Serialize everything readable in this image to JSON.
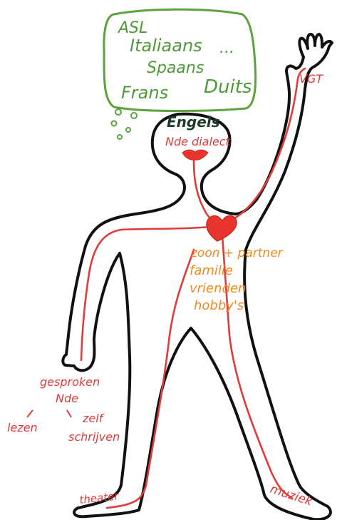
{
  "thought_bubble": {
    "lines": [
      "ASL",
      "Italiaans",
      "...",
      "Spaans",
      "Frans",
      "Duits"
    ]
  },
  "head": {
    "top_label": "Engels",
    "mouth_label": "Nde dialect"
  },
  "hand_right": {
    "label": "VGT"
  },
  "heart": {
    "labels": [
      "zoon + partner",
      "familie",
      "vrienden",
      "hobby's"
    ]
  },
  "hand_left": {
    "labels": [
      "gesproken",
      "Nde",
      "lezen",
      "zelf",
      "schrijven"
    ]
  },
  "feet": {
    "left_label": "theater",
    "right_label": "muziek"
  },
  "colors": {
    "outline": "#111111",
    "bubble": "#5aa33f",
    "veins": "#e03b3b",
    "heart": "#e8362f",
    "orange_text": "#f08a1e",
    "dark_text": "#1f3b2a"
  }
}
